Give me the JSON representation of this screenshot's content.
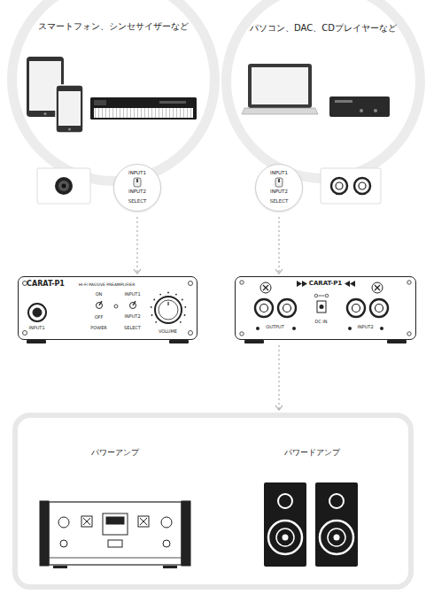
{
  "diagram": {
    "nodes": [
      {
        "text": [
          "スマートフォン、シンセサイザーなど"
        ]
      },
      {
        "text": [
          "INPUT1",
          "INPUT2",
          "SELECT"
        ]
      },
      {
        "text": [
          "パソコン、DAC、CDプレイヤーなど"
        ]
      },
      {
        "text": [
          "INPUT1",
          "INPUT2",
          "SELECT"
        ]
      },
      {
        "text": [
          "CARAT-P1",
          "HI-FI PASSIVE PREAMPLIFIER",
          "INPUT1",
          "ON",
          "OFF",
          "POWER",
          "INPUT1",
          "INPUT2",
          "SELECT",
          "VOLUME"
        ]
      },
      {
        "text": [
          "CARAT-P1",
          "DC IN",
          "OUTPUT",
          "INPUT2"
        ]
      },
      {
        "text": [
          "パワーアンプ",
          "パワードアンプ"
        ]
      }
    ],
    "edges": [
      {
        "from": 1,
        "to": 4,
        "arrow": "to"
      },
      {
        "from": 3,
        "to": 5,
        "arrow": "to"
      },
      {
        "from": 5,
        "to": 6,
        "arrow": "to"
      }
    ]
  }
}
